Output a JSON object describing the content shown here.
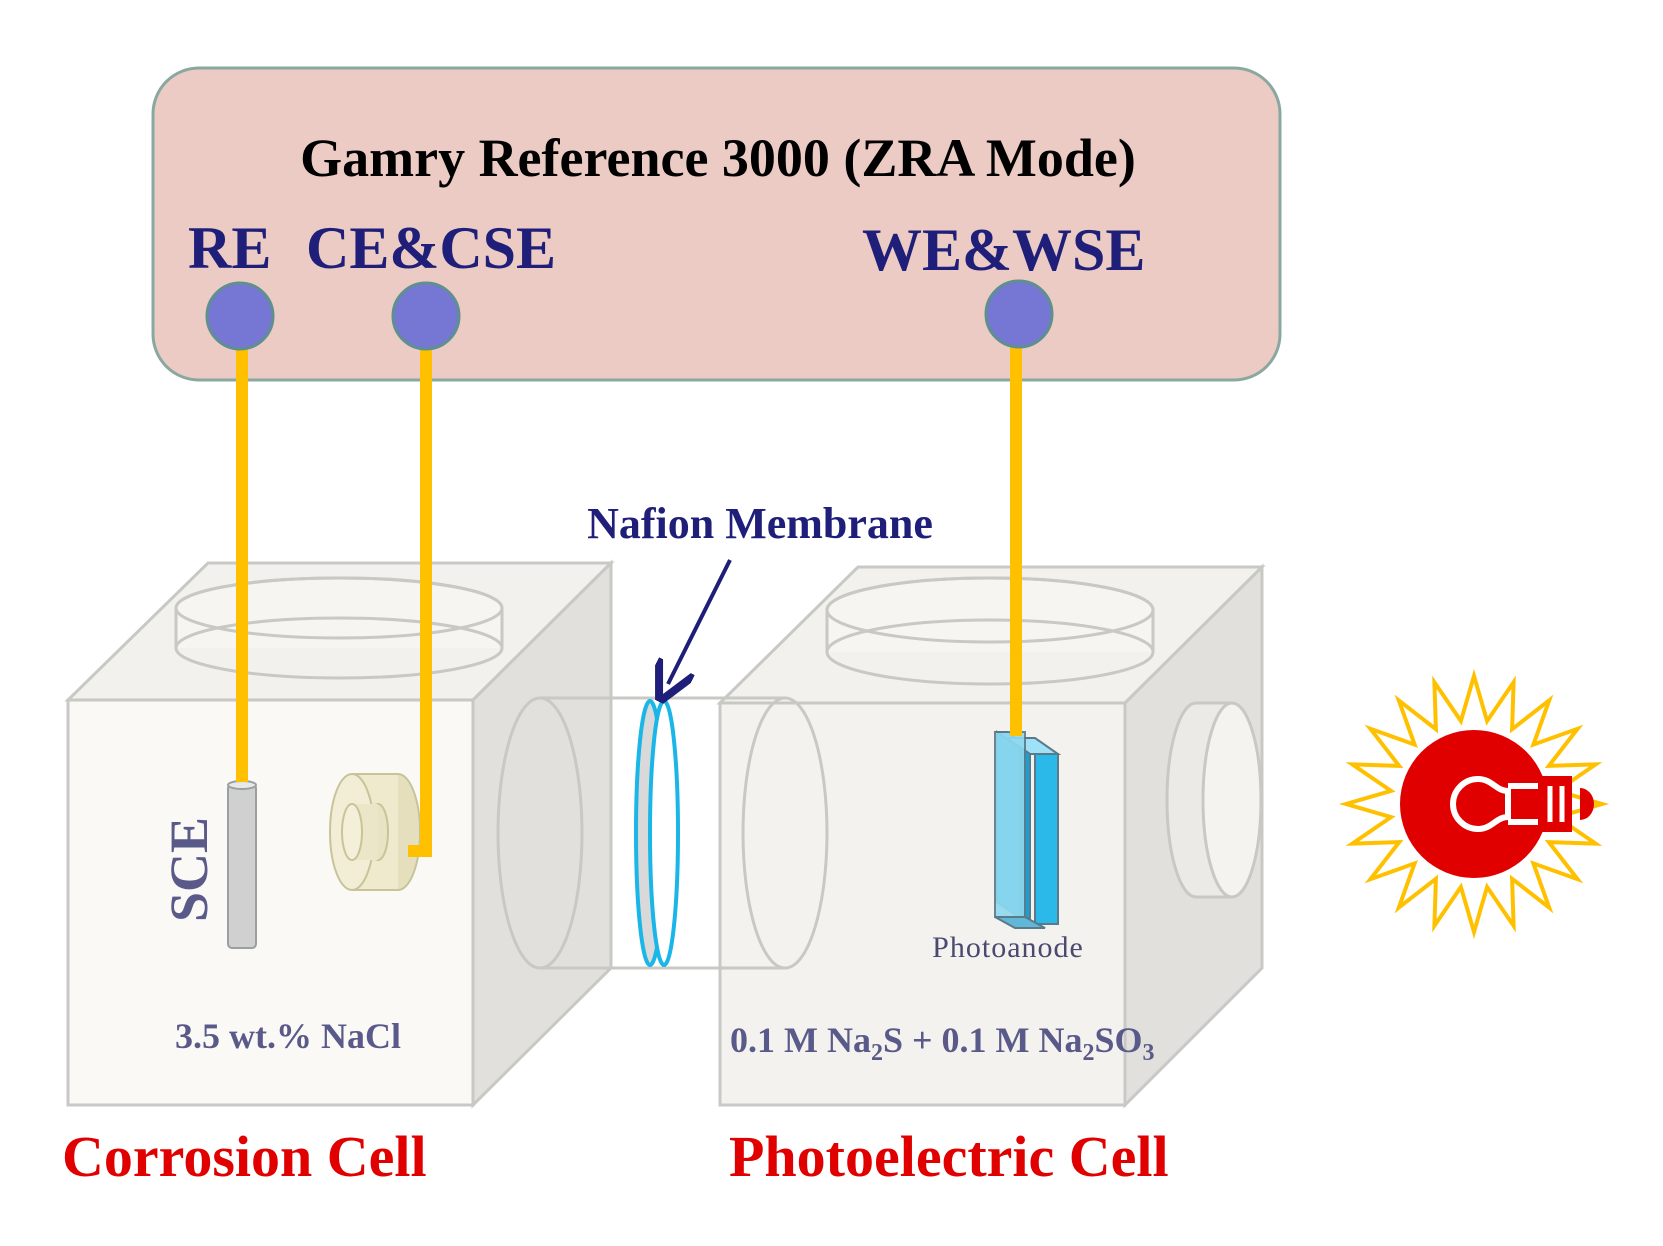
{
  "instrument": {
    "title": "Gamry Reference 3000 (ZRA Mode)",
    "terminals": [
      {
        "id": "re",
        "label": "RE"
      },
      {
        "id": "ce",
        "label": "CE&CSE"
      },
      {
        "id": "we",
        "label": "WE&WSE"
      }
    ]
  },
  "membrane_label": "Nafion Membrane",
  "corrosion_cell": {
    "title": "Corrosion Cell",
    "electrode_label": "SCE",
    "electrolyte": "3.5 wt.% NaCl"
  },
  "photoelectric_cell": {
    "title": "Photoelectric Cell",
    "electrode_label": "Photoanode",
    "electrolyte": {
      "p1": "0.1 M Na",
      "s1": "2",
      "p2": "S + 0.1 M Na",
      "s2": "2",
      "p3": "SO",
      "s3": "3"
    }
  },
  "colors": {
    "device_fill": "#ebcbc4",
    "device_stroke": "#8aa8a0",
    "terminal": "#7676d4",
    "wire": "#ffc000",
    "terminal_text": "#1f1f7a",
    "cell_title": "#e00000",
    "membrane": "#1ab6e8",
    "photoanode": "#27b8e8",
    "lamp_body": "#e00000",
    "sun_rays": "#ffc000"
  },
  "icons": {
    "light_source": "lightbulb-sun-icon",
    "arrow": "arrow-down-left-icon"
  }
}
